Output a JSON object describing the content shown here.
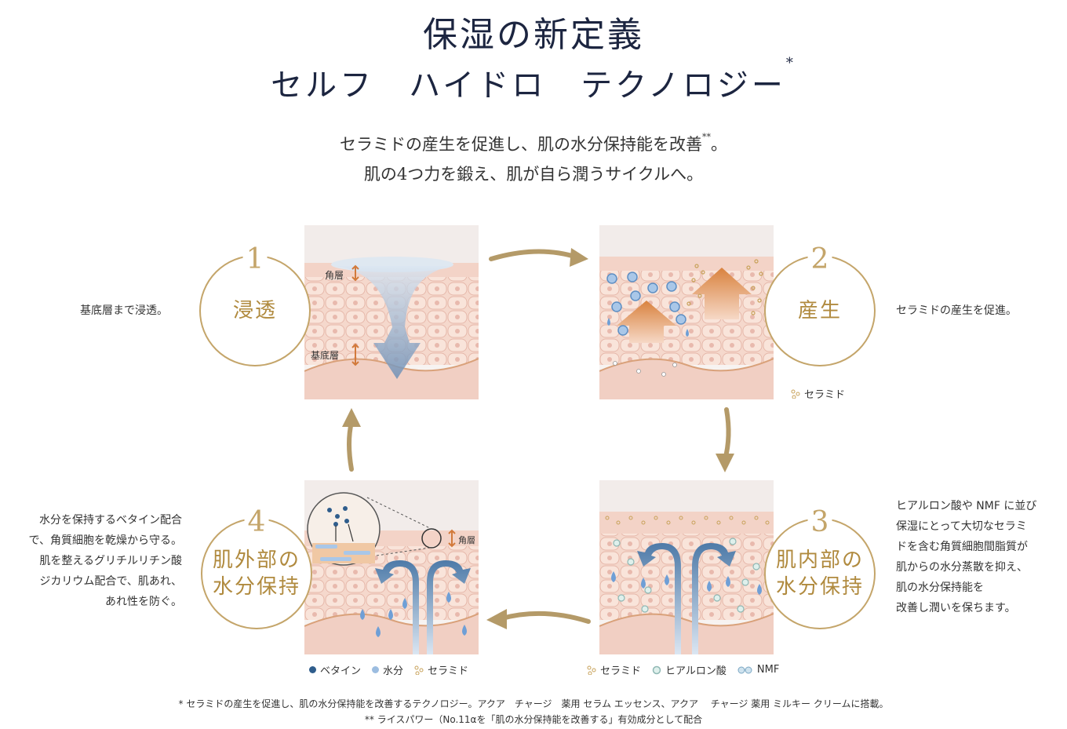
{
  "header": {
    "title_line1": "保湿の新定義",
    "title_line2": "セルフ　ハイドロ　テクノロジー",
    "title_mark": "*",
    "subtitle_line1": "セラミドの産生を促進し、肌の水分保持能を改善",
    "subtitle_mark": "**",
    "subtitle_line1_end": "。",
    "subtitle_line2": "肌の4つ力を鍛え、肌が自ら潤うサイクルへ。"
  },
  "steps": [
    {
      "number": "1",
      "label": "浸透",
      "description": "基底層まで浸透。",
      "layer_top": "角層",
      "layer_bottom": "基底層"
    },
    {
      "number": "2",
      "label": "産生",
      "description": "セラミドの産生を促進。",
      "legend": [
        "セラミド"
      ]
    },
    {
      "number": "3",
      "label_line1": "肌内部の",
      "label_line2": "水分保持",
      "description_lines": [
        "ヒアルロン酸や NMF に並び",
        "保湿にとって大切なセラミ",
        "ドを含む角質細胞間脂質が",
        "肌からの水分蒸散を抑え、",
        "肌の水分保持能を",
        "改善し潤いを保ちます。"
      ],
      "legend": [
        "セラミド",
        "ヒアルロン酸",
        "NMF"
      ]
    },
    {
      "number": "4",
      "label_line1": "肌外部の",
      "label_line2": "水分保持",
      "description_lines": [
        "水分を保持するベタイン配合",
        "で、角質細胞を乾燥から守る。",
        "肌を整えるグリチルリチン酸",
        "ジカリウム配合で、肌あれ、",
        "あれ性を防ぐ。"
      ],
      "layer_top": "角層",
      "legend": [
        "ベタイン",
        "水分",
        "セラミド"
      ]
    }
  ],
  "footnotes": [
    "* セラミドの産生を促進し、肌の水分保持能を改善するテクノロジー。アクア　チャージ　薬用 セラム エッセンス、アクア　 チャージ 薬用 ミルキー クリームに搭載。",
    "** ライスパワー（No.11αを「肌の水分保持能を改善する」有効成分として配合"
  ],
  "colors": {
    "navy": "#1c2540",
    "gold": "#c4a56a",
    "skin": "#f5d8cc",
    "cell": "#e8b9ad",
    "arrow_blue": "#4d7aa8",
    "arrow_orange": "#d98a4a",
    "betaine": "#2f5d8c"
  },
  "icons": {
    "cycle_arrow": "curved-arrow",
    "layer_marker": "double-arrow-vertical",
    "ceramide": "dot-cluster",
    "hyaluronic": "ring-dot",
    "nmf": "double-dot"
  }
}
